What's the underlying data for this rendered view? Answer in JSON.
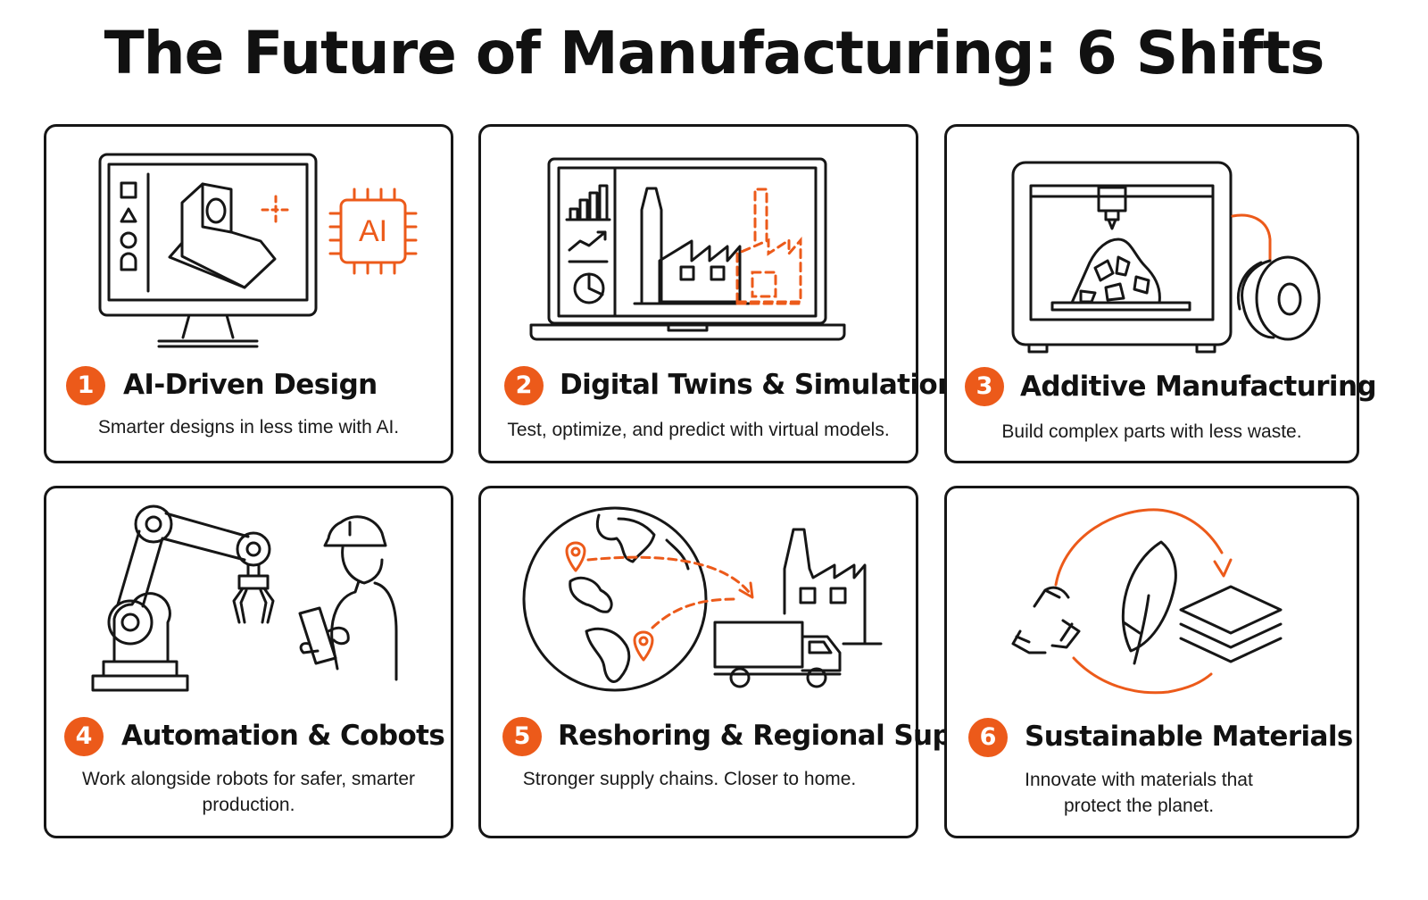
{
  "title": "The Future of Manufacturing: 6 Shifts",
  "accent_color": "#ec5a1a",
  "cards": [
    {
      "number": "1",
      "title": "AI-Driven Design",
      "description": "Smarter designs in less time with AI.",
      "chip_label": "AI",
      "icon": "monitor-cad-ai-chip-icon"
    },
    {
      "number": "2",
      "title": "Digital Twins & Simulation",
      "description": "Test, optimize, and predict with virtual models.",
      "icon": "laptop-factory-twin-icon"
    },
    {
      "number": "3",
      "title": "Additive Manufacturing",
      "description": "Build complex parts with less waste.",
      "icon": "3d-printer-icon"
    },
    {
      "number": "4",
      "title": "Automation & Cobots",
      "description": "Work alongside robots for safer, smarter production.",
      "icon": "robot-arm-worker-icon"
    },
    {
      "number": "5",
      "title": "Reshoring & Regional Supply",
      "description": "Stronger supply chains. Closer to home.",
      "icon": "globe-truck-factory-icon"
    },
    {
      "number": "6",
      "title": "Sustainable Materials",
      "description": "Innovate with materials that protect the planet.",
      "icon": "recycle-leaf-layers-icon"
    }
  ]
}
